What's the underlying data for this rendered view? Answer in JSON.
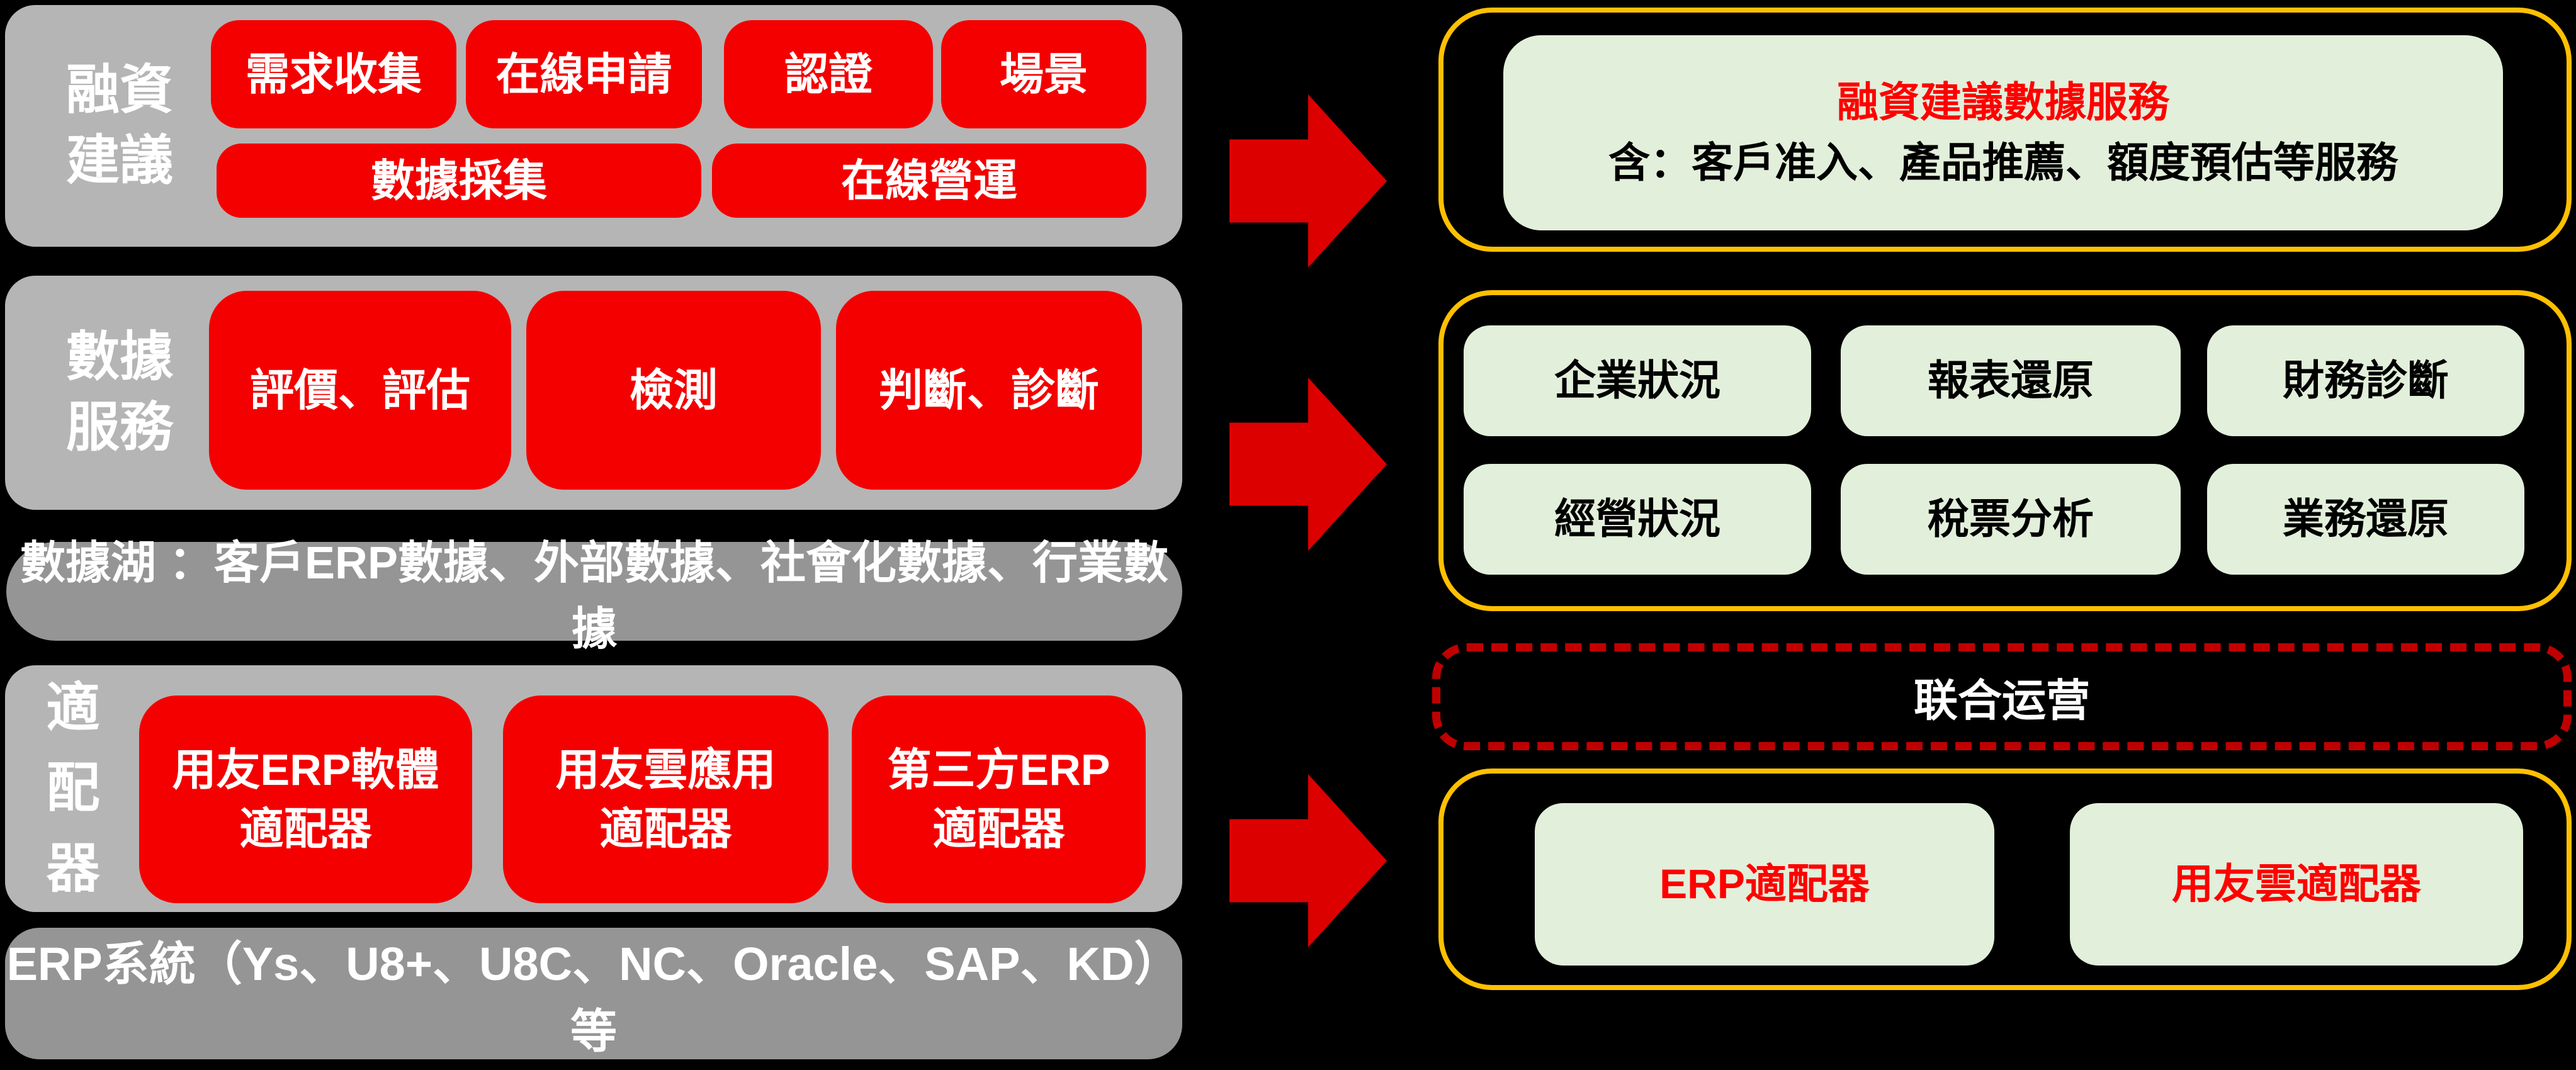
{
  "colors": {
    "background": "#000000",
    "panel_gray": "#B5B5B5",
    "bar_gray": "#959595",
    "box_red": "#F40000",
    "arrow_red": "#DD0000",
    "dashed_red": "#C00000",
    "gold_border": "#FFC000",
    "green_fill": "#E2EFDA",
    "red_text": "#FF0000",
    "white_text": "#FFFFFF",
    "black_text": "#000000"
  },
  "left": {
    "financing_panel": {
      "label": "融資建議",
      "row1": [
        "需求收集",
        "在線申請",
        "認證",
        "場景"
      ],
      "row2": [
        "數據採集",
        "在線營運"
      ]
    },
    "data_service_panel": {
      "label": "數據服務",
      "boxes": [
        "評價、評估",
        "檢測",
        "判斷、診斷"
      ]
    },
    "data_lake_bar": {
      "text": "數據湖 ：客戶ERP數據、外部數據、社會化數據、行業數據"
    },
    "adapter_panel": {
      "label": "適配器",
      "boxes": [
        {
          "line1": "用友ERP軟體",
          "line2": "適配器"
        },
        {
          "line1": "用友雲應用",
          "line2": "適配器"
        },
        {
          "line1": "第三方ERP",
          "line2": "適配器"
        }
      ]
    },
    "erp_bar": {
      "text": "ERP系統（Ys、U8+、U8C、NC、Oracle、SAP、KD）等"
    }
  },
  "right": {
    "finance_data_service_box": {
      "title": "融資建議數據服務",
      "subtitle": "含：客戶准入、產品推薦、額度預估等服務"
    },
    "analysis_box": {
      "row1": [
        "企業狀況",
        "報表還原",
        "財務診斷"
      ],
      "row2": [
        "經營狀況",
        "稅票分析",
        "業務還原"
      ]
    },
    "joint_operation_box": {
      "text": "联合运营"
    },
    "adapter_box": {
      "items": [
        "ERP適配器",
        "用友雲適配器"
      ]
    }
  }
}
